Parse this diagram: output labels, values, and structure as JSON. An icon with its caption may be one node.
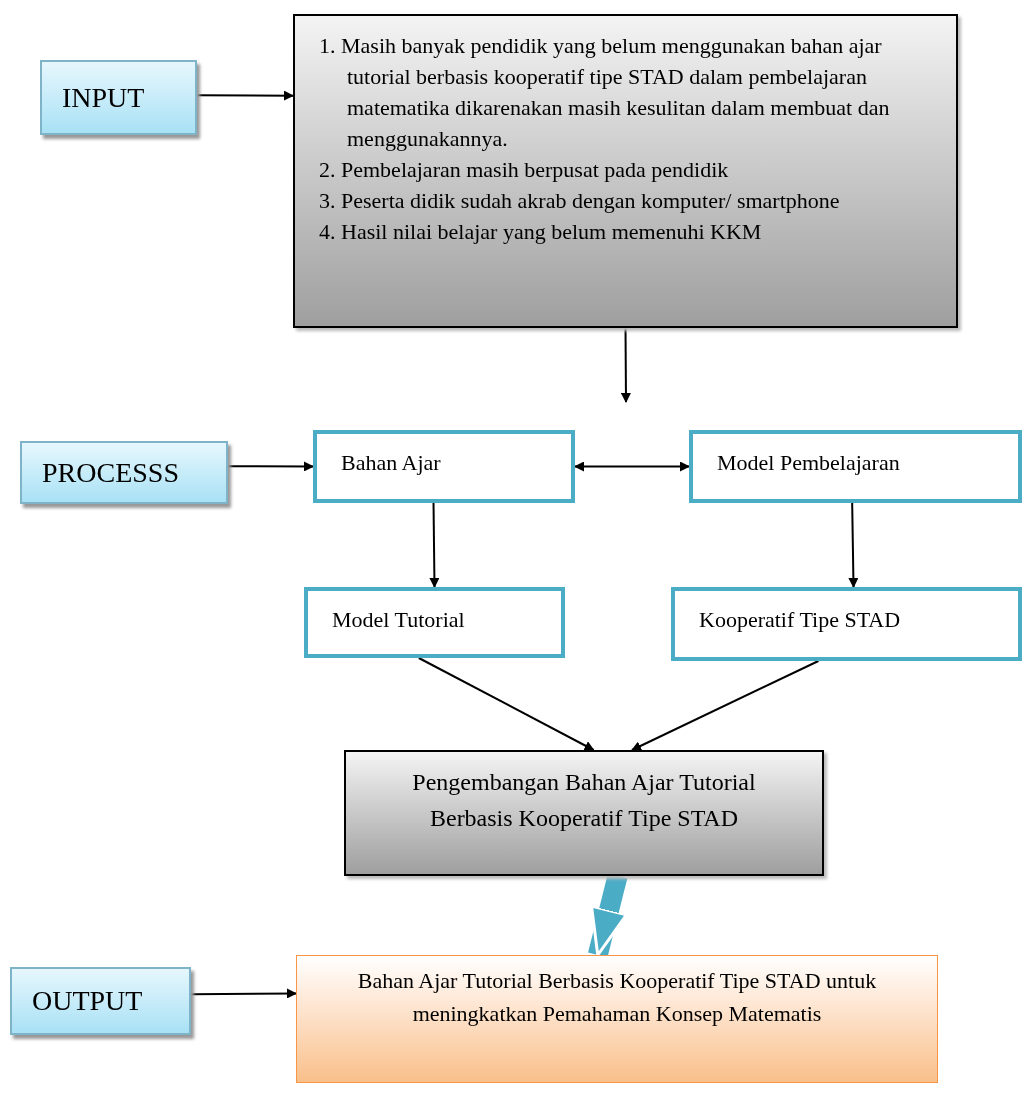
{
  "diagram": {
    "nodes": [
      {
        "text": [
          "INPUT"
        ]
      },
      {
        "text": [
          "1. Masih banyak pendidik yang belum menggunakan bahan ajar tutorial berbasis kooperatif tipe STAD dalam pembelajaran matematika dikarenakan masih kesulitan dalam membuat dan menggunakannya.",
          "2. Pembelajaran masih berpusat pada pendidik",
          "3. Peserta didik sudah akrab dengan komputer/ smartphone",
          "4. Hasil nilai belajar yang belum memenuhi KKM"
        ]
      },
      {
        "text": [
          "PROCESSS"
        ]
      },
      {
        "text": [
          "Bahan Ajar"
        ]
      },
      {
        "text": [
          "Model Pembelajaran"
        ]
      },
      {
        "text": [
          "Model Tutorial"
        ]
      },
      {
        "text": [
          "Kooperatif Tipe STAD"
        ]
      },
      {
        "text": [
          "Pengembangan Bahan Ajar Tutorial Berbasis Kooperatif Tipe STAD"
        ]
      },
      {
        "text": [
          "OUTPUT"
        ]
      },
      {
        "text": [
          "Bahan Ajar Tutorial Berbasis Kooperatif Tipe STAD untuk meningkatkan Pemahaman Konsep Matematis"
        ]
      }
    ],
    "edges": [
      {
        "from": 0,
        "to": 1,
        "arrow": "to"
      },
      {
        "from": 1,
        "to": null,
        "arrow": "to"
      },
      {
        "from": 2,
        "to": 3,
        "arrow": "to"
      },
      {
        "from": 3,
        "to": 4,
        "arrow": "both"
      },
      {
        "from": 3,
        "to": 5,
        "arrow": "to"
      },
      {
        "from": 4,
        "to": 6,
        "arrow": "to"
      },
      {
        "from": 5,
        "to": 7,
        "arrow": "to"
      },
      {
        "from": 6,
        "to": 7,
        "arrow": "to"
      },
      {
        "from": 7,
        "to": 9,
        "arrow": "to",
        "style": "thick",
        "color": "#4bacc6"
      },
      {
        "from": 8,
        "to": 9,
        "arrow": "to"
      }
    ]
  }
}
